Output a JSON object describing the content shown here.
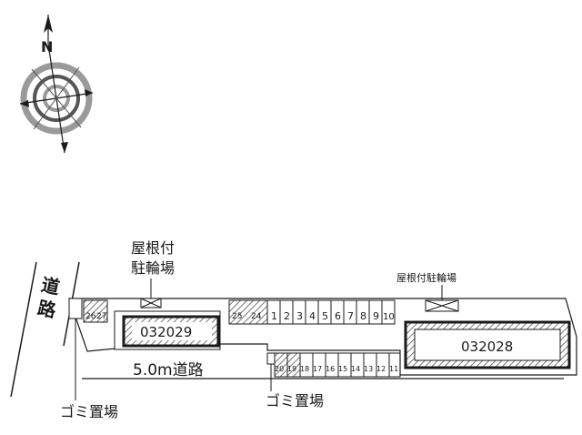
{
  "compass": {
    "north_label": "N"
  },
  "labels": {
    "road_vertical": [
      "道",
      "路"
    ],
    "road_horizontal": "5.0m道路",
    "bike_parking_left": [
      "屋根付",
      "駐輪場"
    ],
    "bike_parking_right": "屋根付駐輪場",
    "garbage_left": "ゴミ置場",
    "garbage_right": "ゴミ置場"
  },
  "buildings": {
    "left": "032029",
    "right": "032028"
  },
  "parking": {
    "top_row_numbers": [
      "1",
      "2",
      "3",
      "4",
      "5",
      "6",
      "7",
      "8",
      "9",
      "10"
    ],
    "top_row_hatched": [
      "25",
      "24"
    ],
    "bottom_row_numbers": [
      "20",
      "19",
      "18",
      "17",
      "16",
      "15",
      "14",
      "13",
      "12",
      "11"
    ],
    "bottom_row_hatched_count": 2,
    "top_left_labels": [
      "26",
      "27"
    ]
  },
  "colors": {
    "line": "#1a1a1a",
    "hatch": "#888888",
    "compass_gray": "#9a9a9a"
  }
}
